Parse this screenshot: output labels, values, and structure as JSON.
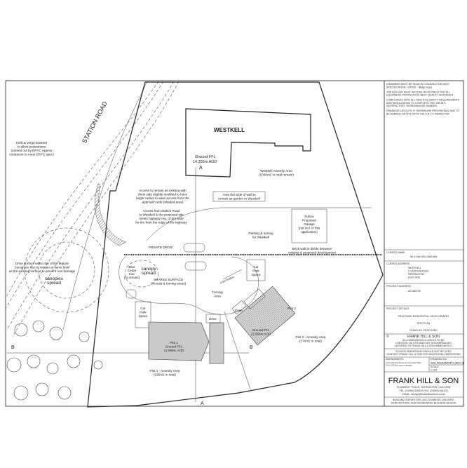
{
  "road_label": "STATION ROAD",
  "house": {
    "name": "WESTKELL",
    "ffl": "Ground FFL",
    "ffl_value": "14.355m AOD"
  },
  "section_markers": {
    "a": "A",
    "b": "B"
  },
  "annotations": {
    "kerb": [
      "Kerb & verge lowered",
      "to allow pedestrians",
      "(carried out by ERYC Approv",
      "contractor to meet ERYC spec)"
    ],
    "access_existing": [
      "Access to remain as existing with",
      "West side slightly modified to have",
      "larger radius to ease access from the",
      "approach side (shaded area)"
    ],
    "access_station": [
      "Access from Station Road",
      "to Westkell & the proposed site",
      "meets highway req. of 5m wide",
      "for 8m from the edge of the highway"
    ],
    "drive_surface": [
      "Drive surface within 9m of the Mature",
      "Sycamore tree to remain at same level",
      "as the existing surface to prevent root damage"
    ],
    "canopies": [
      "canopies",
      "spread"
    ],
    "canopy": [
      "canopy",
      "spread"
    ],
    "cedar": [
      "Blue",
      "Cedar",
      "tree",
      "(to remain)"
    ],
    "private_drive": "PRIVATE DRIVE",
    "shared_surface": [
      "SHARED SURFACE",
      "(Access & turning areas)"
    ],
    "westkell_amenity": [
      "Westkell Amenity Area",
      "(1000m2 in total remain)"
    ],
    "garden_box": [
      "Area this side of wall to",
      "remain as garden to Westkell"
    ],
    "parking": [
      "Parking & turning",
      "for Westkell"
    ],
    "garage": [
      "Future",
      "Proposed",
      "Garage",
      "(not incl. in this",
      "application)"
    ],
    "brick_wall": [
      "Brick wall to divide between",
      "existing & proposed development"
    ],
    "car_park": [
      "Car",
      "Park",
      "Space"
    ],
    "radius": "4.3m Radius",
    "turning": [
      "Turning",
      "Area"
    ],
    "drive": "Drive",
    "plot1": {
      "name": "Plot 1",
      "ffl": "Ground FFL",
      "ffl_value": "12.955m AOD",
      "amenity": "Plot 1 - Amenity Area",
      "area": "(325m2 in total)"
    },
    "plot2": {
      "name": "Plot 2",
      "ffl": "Ground FFL",
      "ffl_value": "12.955m AOD",
      "amenity": "Plot 2 - Amenity Area",
      "area": "(370m2 in total)"
    }
  },
  "title_block": {
    "notes": [
      "DRAWINGS MUST BE READ IN CONJUNCTION WITH",
      "SPECIFICATION - DATED - (Bldgs regs)",
      "THE BUILDER MUST INCLUDE IN HIS PRICE FOR ALL",
      "EQUIPMENT, PROTECTION, BEST QUALITY MATERIALS",
      "COMPLIANCE WITH ALL HEALTH & SAFETY REQUIREMENTS",
      "AND REGULATIONS TO COMPLETE THE JOB IN A",
      "SATISFACTORY, WORKMANLIKE MANNER.",
      "DRAINAGE LAYOUTS, IF SHOWN ARE PROVISIONAL AND TO",
      "BE AGREED ON SITE WITH THE E.R.Y.C INSPECTOR"
    ],
    "clients_name_label": "CLIENTS NAME",
    "clients_name": "Mr & Mrs WILLINGHAM",
    "clients_address_label": "CLIENTS ADDRESS",
    "clients_address": [
      "WESTKELL",
      "2 STATION ROAD",
      "PATRINGTON",
      "HU12 0NE"
    ],
    "project_address_label": "PROJECT ADDRESS",
    "project_address": "AS ABOVE",
    "project_details_label": "PROJECT DETAILS",
    "project_details": "PROPOSED RESIDENTIAL DEVELOPMENT",
    "drawing_title": "SITE PLAN",
    "plans_as": "PLANS AS: PROPOSED",
    "copyright": "©",
    "firm_small": "FRANK HILL & SON",
    "check_notes": [
      "ALL DIMENSIONS & LEVELS TO BE",
      "CHECKED ON SITE AND ANY DISCREPANCIES",
      "NOTIFIED TO FRANK HILL & SON IMMEDIATELY"
    ],
    "scaled_notes": [
      "SCALED DIMENSIONS SHOULD NOT BE USED",
      "CONTACT FRANK HILL & SON FOR ADDITIONAL DIMENSIONS"
    ],
    "amendments_label": "AMENDMENTS",
    "amendments": [
      "04.07.11 BT Amendments for Conservation Officer",
      "04.10.11 BT Dims layout re-alteration"
    ],
    "drawing_no_label": "DRAWING No.",
    "drawing_no": "WILLINGHAM/SP/1 (REV B)",
    "scale_label": "SCALE",
    "scale": "1:100",
    "firm": "FRANK HILL & SON",
    "firm_address": "14 MARKET PLACE, PATRINGTON, HU12 0RB",
    "firm_tel": "TEL: (01964) 630531     FAX: (01964) 631203",
    "firm_email": "EMAIL: design@frankhillandson.co.uk",
    "firm_services": [
      "BUILDING SURVEYORS, AUCTIONEERS, VALUERS,",
      "AGRICULTURAL AND RESIDENTIAL BUILDING DESIGN"
    ]
  }
}
